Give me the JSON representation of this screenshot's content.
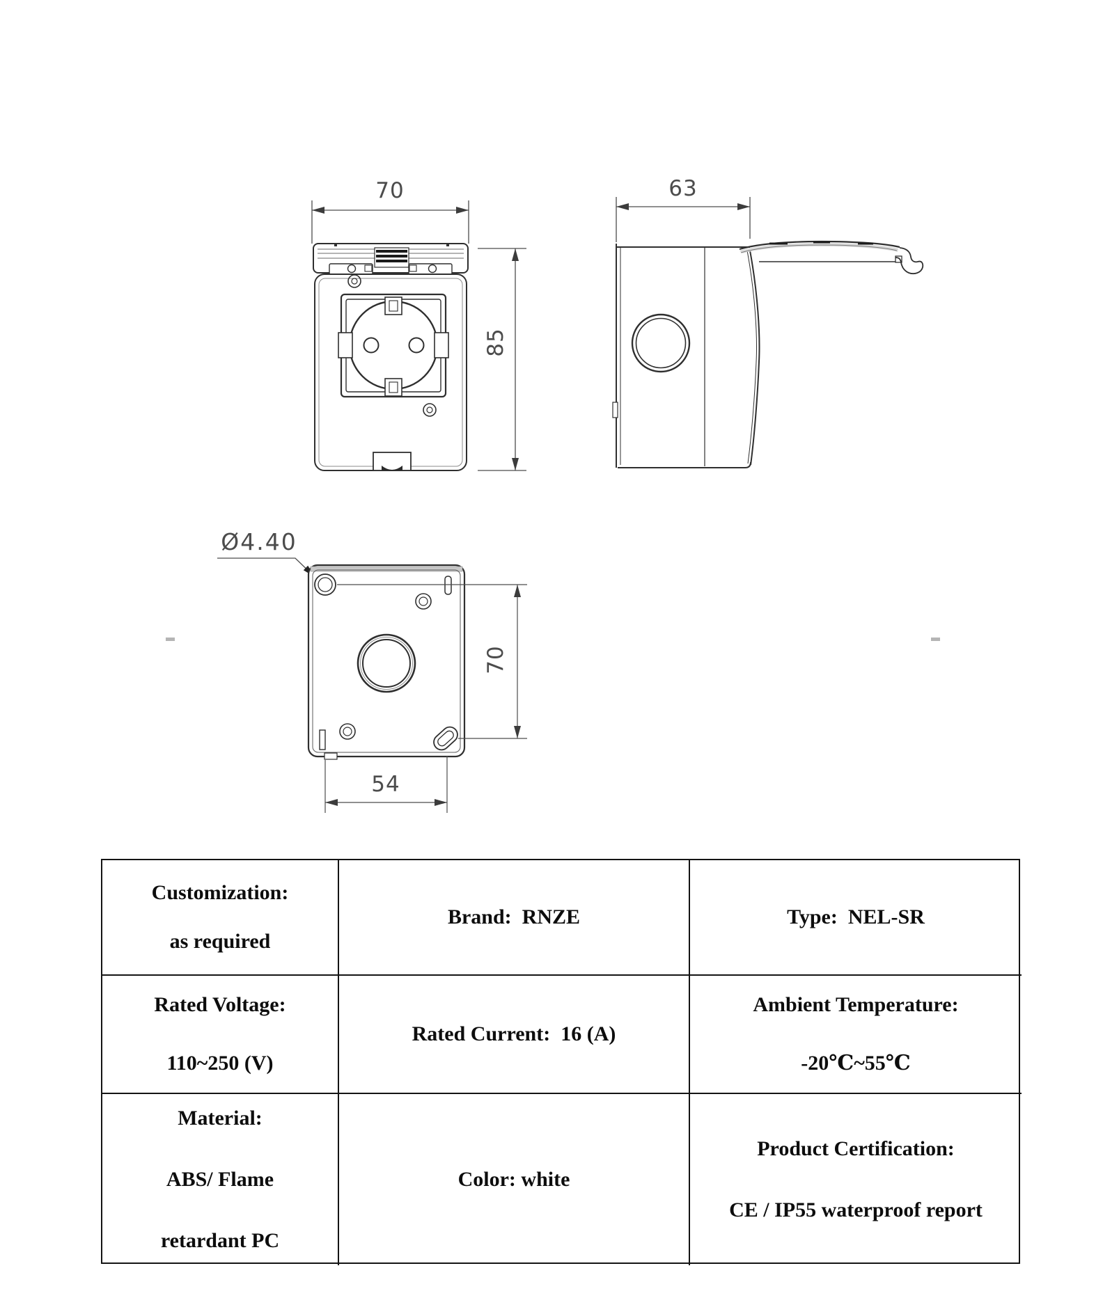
{
  "document": {
    "background": "#ffffff",
    "line_color": "#2f2f2f",
    "dim_text_color": "#4c4c4c"
  },
  "drawings": {
    "front_view": {
      "label_width": "70",
      "label_height": "85"
    },
    "side_view": {
      "label_depth": "63"
    },
    "back_view": {
      "label_hole_diameter": "Ø4.40",
      "label_hole_spacing_vertical": "70",
      "label_hole_spacing_horizontal": "54"
    }
  },
  "spec_table": {
    "rows": [
      {
        "cells": [
          {
            "id": "customization",
            "lines": [
              "Customization:",
              "as required"
            ]
          },
          {
            "id": "brand",
            "lines": [
              "Brand:  RNZE"
            ]
          },
          {
            "id": "type",
            "lines": [
              "Type:  NEL-SR"
            ]
          }
        ]
      },
      {
        "cells": [
          {
            "id": "rated-voltage",
            "lines": [
              "Rated Voltage:",
              "110~250 (V)"
            ]
          },
          {
            "id": "rated-current",
            "lines": [
              "Rated Current:  16 (A)"
            ]
          },
          {
            "id": "ambient-temperature",
            "lines": [
              "Ambient Temperature:",
              "-20℃~55℃"
            ]
          }
        ]
      },
      {
        "cells": [
          {
            "id": "material",
            "lines": [
              "Material:",
              "ABS/ Flame",
              "retardant PC"
            ]
          },
          {
            "id": "color",
            "lines": [
              "Color: white"
            ]
          },
          {
            "id": "certification",
            "lines": [
              "Product Certification:",
              "CE / IP55 waterproof report"
            ]
          }
        ]
      }
    ]
  }
}
